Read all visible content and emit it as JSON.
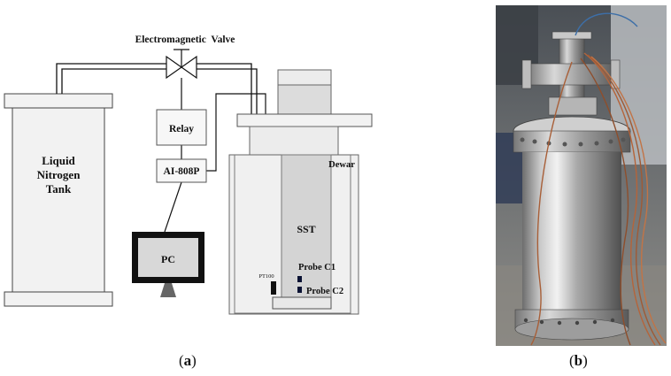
{
  "diagram": {
    "valve_label": "Electromagnetic  Valve",
    "tank_label": [
      "Liquid",
      "Nitrogen",
      "Tank"
    ],
    "relay_label": "Relay",
    "controller_label": "AI-808P",
    "pc_label": "PC",
    "dewar_label": "Dewar",
    "sst_label": "SST",
    "pt100_label": "PT100",
    "probe_c1_label": "Probe C1",
    "probe_c2_label": "Probe C2"
  },
  "captions": {
    "a_open": "(",
    "a_letter": "a",
    "a_close": ")",
    "b_open": "(",
    "b_letter": "b",
    "b_close": ")"
  }
}
